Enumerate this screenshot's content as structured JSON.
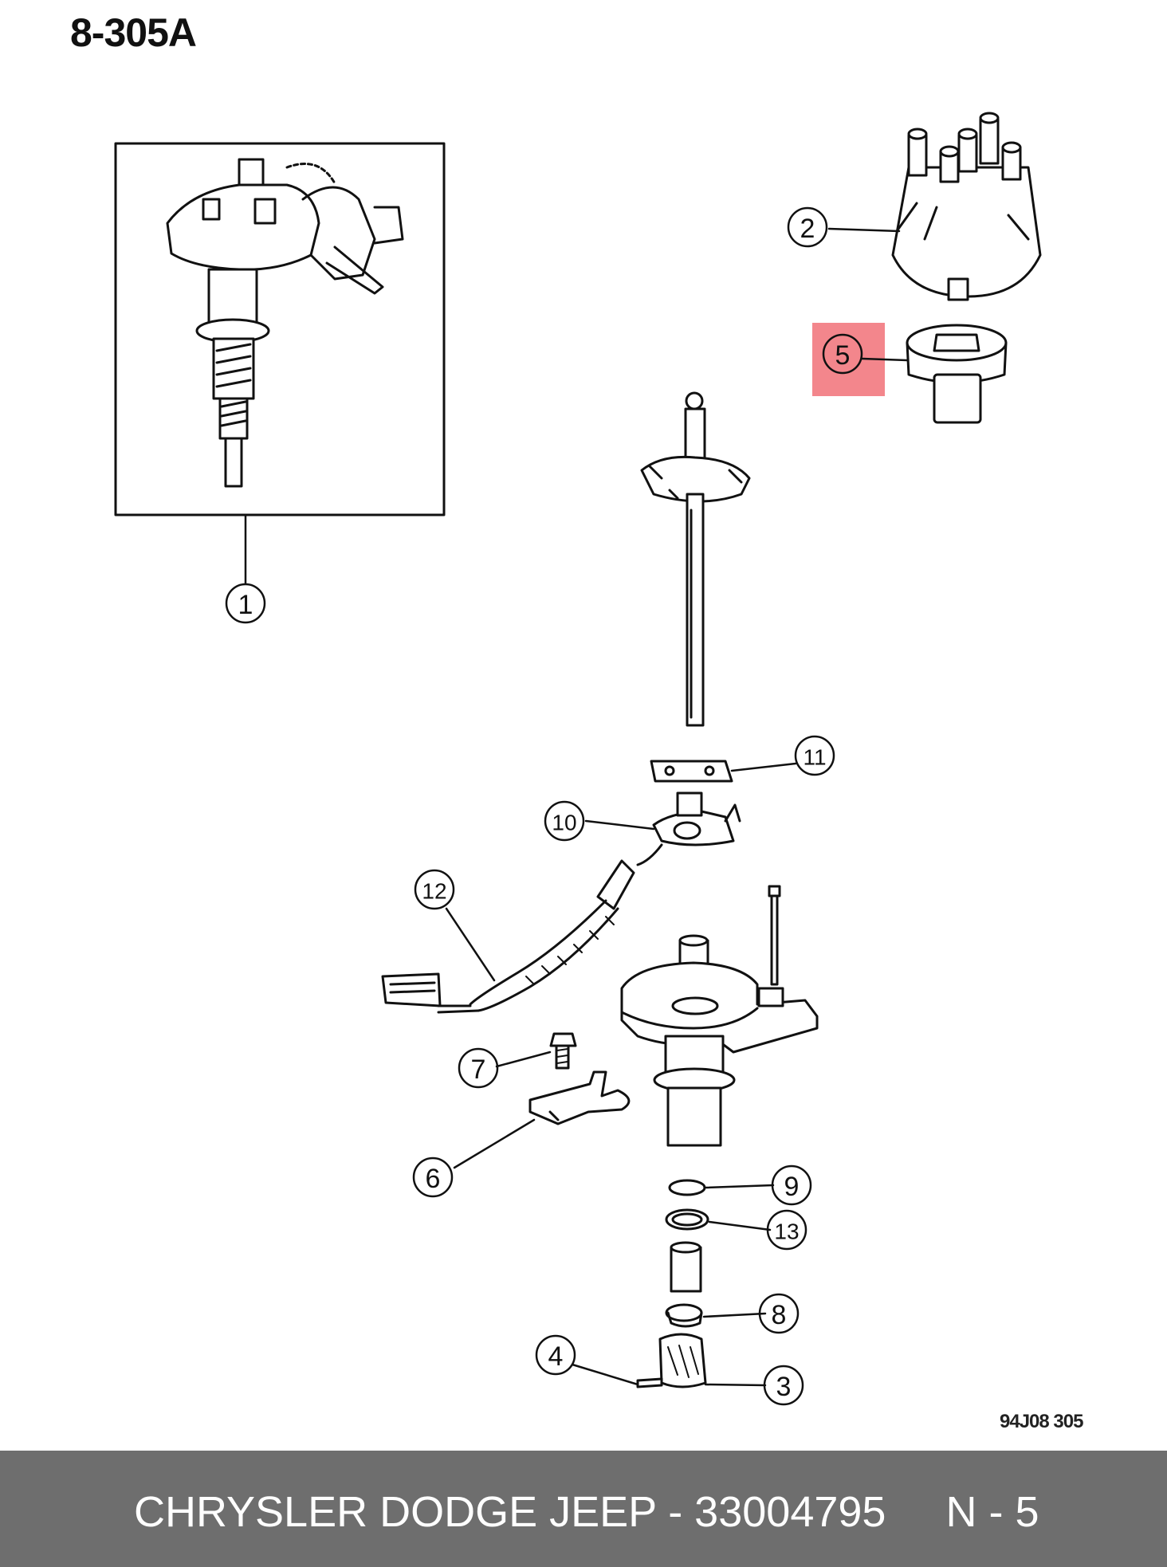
{
  "header": {
    "diagram_code": "8-305A"
  },
  "callouts": [
    {
      "id": "1",
      "label": "1",
      "highlighted": false
    },
    {
      "id": "2",
      "label": "2",
      "highlighted": false
    },
    {
      "id": "3",
      "label": "3",
      "highlighted": false
    },
    {
      "id": "4",
      "label": "4",
      "highlighted": false
    },
    {
      "id": "5",
      "label": "5",
      "highlighted": true
    },
    {
      "id": "6",
      "label": "6",
      "highlighted": false
    },
    {
      "id": "7",
      "label": "7",
      "highlighted": false
    },
    {
      "id": "8",
      "label": "8",
      "highlighted": false
    },
    {
      "id": "9",
      "label": "9",
      "highlighted": false
    },
    {
      "id": "10",
      "label": "10",
      "highlighted": false
    },
    {
      "id": "11",
      "label": "11",
      "highlighted": false
    },
    {
      "id": "12",
      "label": "12",
      "highlighted": false
    },
    {
      "id": "13",
      "label": "13",
      "highlighted": false
    }
  ],
  "drawing_ref": "94J08  305",
  "footer": {
    "text": "CHRYSLER DODGE JEEP - 33004795     N - 5"
  },
  "colors": {
    "highlight": "#f3868c",
    "footer_bg": "#6e6e6e",
    "ink": "#111111"
  }
}
